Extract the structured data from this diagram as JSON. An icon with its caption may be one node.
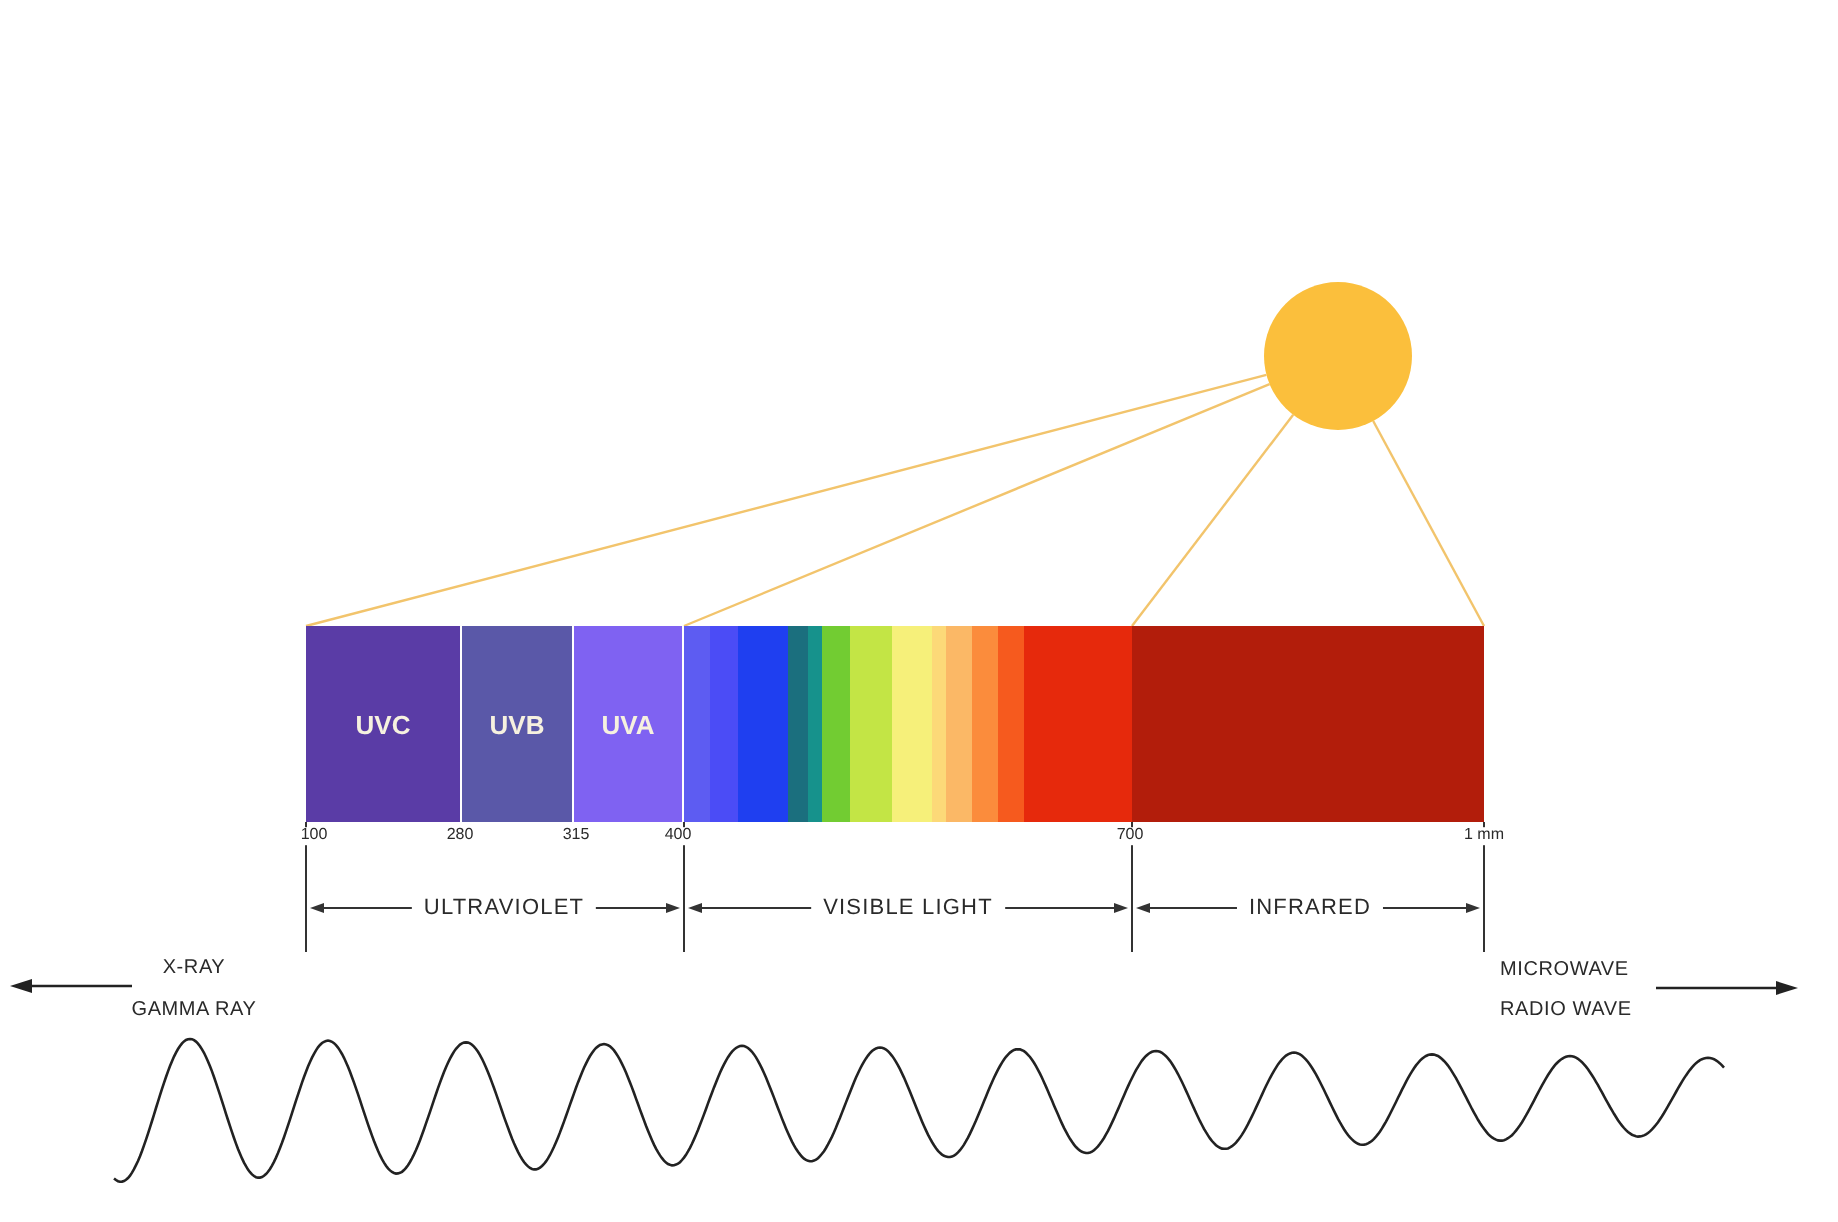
{
  "diagram": {
    "nodes": [
      {
        "text": [],
        "shape": "circle"
      },
      {
        "text": [
          "UVC"
        ]
      },
      {
        "text": [
          "UVB"
        ]
      },
      {
        "text": [
          "UVA"
        ]
      },
      {
        "text": [],
        "shape": "bar"
      },
      {
        "text": [],
        "shape": "bar"
      }
    ],
    "edges": [
      {
        "from": 0,
        "to": 1,
        "arrow": "none"
      },
      {
        "from": 0,
        "to": 4,
        "arrow": "none"
      },
      {
        "from": 0,
        "to": 5,
        "arrow": "none"
      },
      {
        "from": 0,
        "to": 5,
        "arrow": "none"
      }
    ],
    "labels": [
      "100",
      "280",
      "315",
      "400",
      "700",
      "1 mm",
      "ULTRAVIOLET",
      "VISIBLE LIGHT",
      "INFRARED",
      "X-RAY",
      "GAMMA RAY",
      "MICROWAVE",
      "RADIO WAVE"
    ]
  }
}
